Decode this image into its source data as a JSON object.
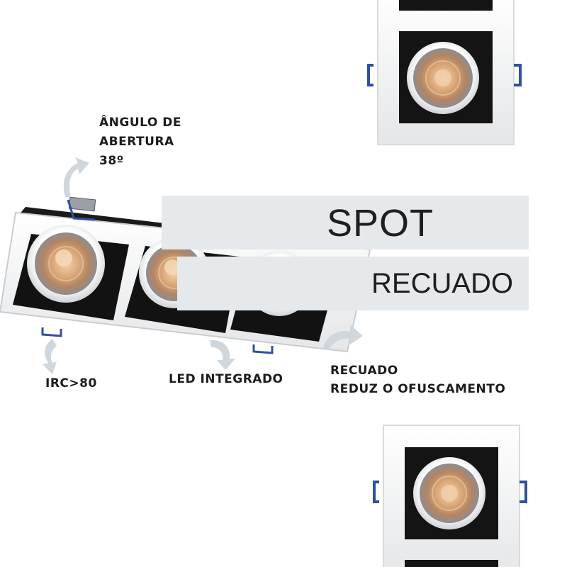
{
  "title": {
    "line1": "SPOT",
    "line2": "RECUADO"
  },
  "features": {
    "angle": {
      "line1": "ÂNGULO DE",
      "line2": "ABERTURA",
      "line3": "38º"
    },
    "irc": "IRC>80",
    "led": "LED INTEGRADO",
    "recessed": {
      "line1": "RECUADO",
      "line2": "REDUZ O  OFUSCAMENTO"
    }
  },
  "colors": {
    "background": "#ffffff",
    "title_band": "#e6e9ec",
    "frame": "#f2f2f2",
    "inner_housing": "#111111",
    "led_warm": "#e8b98a",
    "clip_blue": "#2f4fa0",
    "arrow": "#cfd6db"
  }
}
